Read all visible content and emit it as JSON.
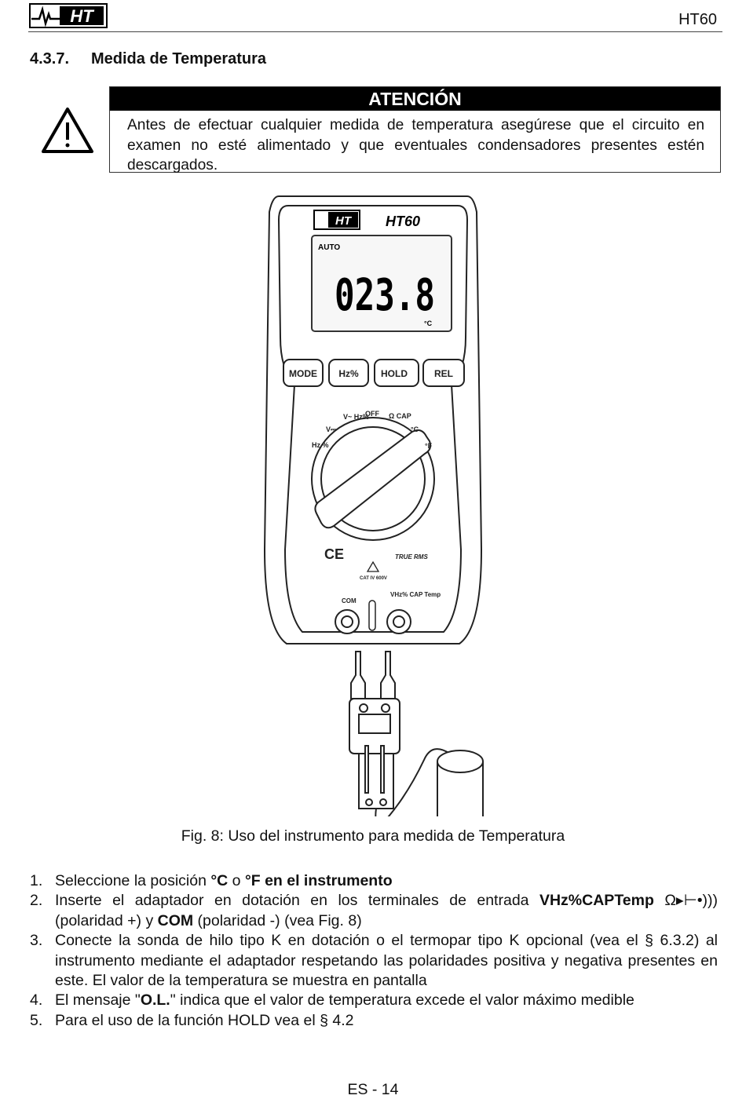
{
  "header": {
    "logo_text": "HT",
    "doc_code": "HT60"
  },
  "section": {
    "number": "4.3.7.",
    "title": "Medida de Temperatura"
  },
  "warning": {
    "icon": "warning-triangle-icon",
    "heading": "ATENCIÓN",
    "text": "Antes de efectuar cualquier medida de temperatura asegúrese que el circuito en examen no esté alimentado y que eventuales condensadores presentes estén descargados."
  },
  "figure": {
    "brand": "HT",
    "model": "HT60",
    "display_mode": "AUTO",
    "display_reading": "023.8",
    "display_unit": "°C",
    "buttons": [
      "MODE",
      "Hz%",
      "HOLD",
      "REL"
    ],
    "dial_labels": [
      "OFF",
      "V~ Hz%",
      "Ω CAP",
      "°C",
      "°F",
      "V⎓",
      "Hz %"
    ],
    "marks": [
      "CE",
      "TRUE RMS",
      "CAT IV 600V"
    ],
    "terminal_labels": [
      "COM",
      "VHz% CAP Temp"
    ],
    "caption": "Fig. 8: Uso del instrumento para medida de Temperatura"
  },
  "steps": [
    {
      "n": "1.",
      "parts": [
        {
          "t": "Seleccione la posición "
        },
        {
          "t": "°C",
          "b": true
        },
        {
          "t": " o "
        },
        {
          "t": "°F en el instrumento",
          "b": true
        }
      ]
    },
    {
      "n": "2.",
      "parts": [
        {
          "t": "Inserte el adaptador en dotación en los terminales de entrada "
        },
        {
          "t": "VHz%CAPTemp",
          "b": true
        },
        {
          "t": " Ω▸⊢•))) ",
          "sym": true
        },
        {
          "t": "(polaridad +) y "
        },
        {
          "t": "COM",
          "b": true
        },
        {
          "t": " (polaridad -) (vea Fig. 8)"
        }
      ]
    },
    {
      "n": "3.",
      "parts": [
        {
          "t": "Conecte la sonda de hilo tipo K en dotación o el termopar tipo K opcional  (vea el § 6.3.2) al instrumento mediante el adaptador respetando las polaridades positiva y negativa presentes en este. El valor de la temperatura se muestra en pantalla"
        }
      ]
    },
    {
      "n": "4.",
      "parts": [
        {
          "t": "El mensaje \""
        },
        {
          "t": "O.L.",
          "b": true
        },
        {
          "t": "\" indica que el valor de temperatura excede el valor máximo medible"
        }
      ]
    },
    {
      "n": "5.",
      "parts": [
        {
          "t": "Para el uso de la función HOLD vea el § 4.2"
        }
      ]
    }
  ],
  "footer": {
    "page_number": "ES - 14"
  }
}
